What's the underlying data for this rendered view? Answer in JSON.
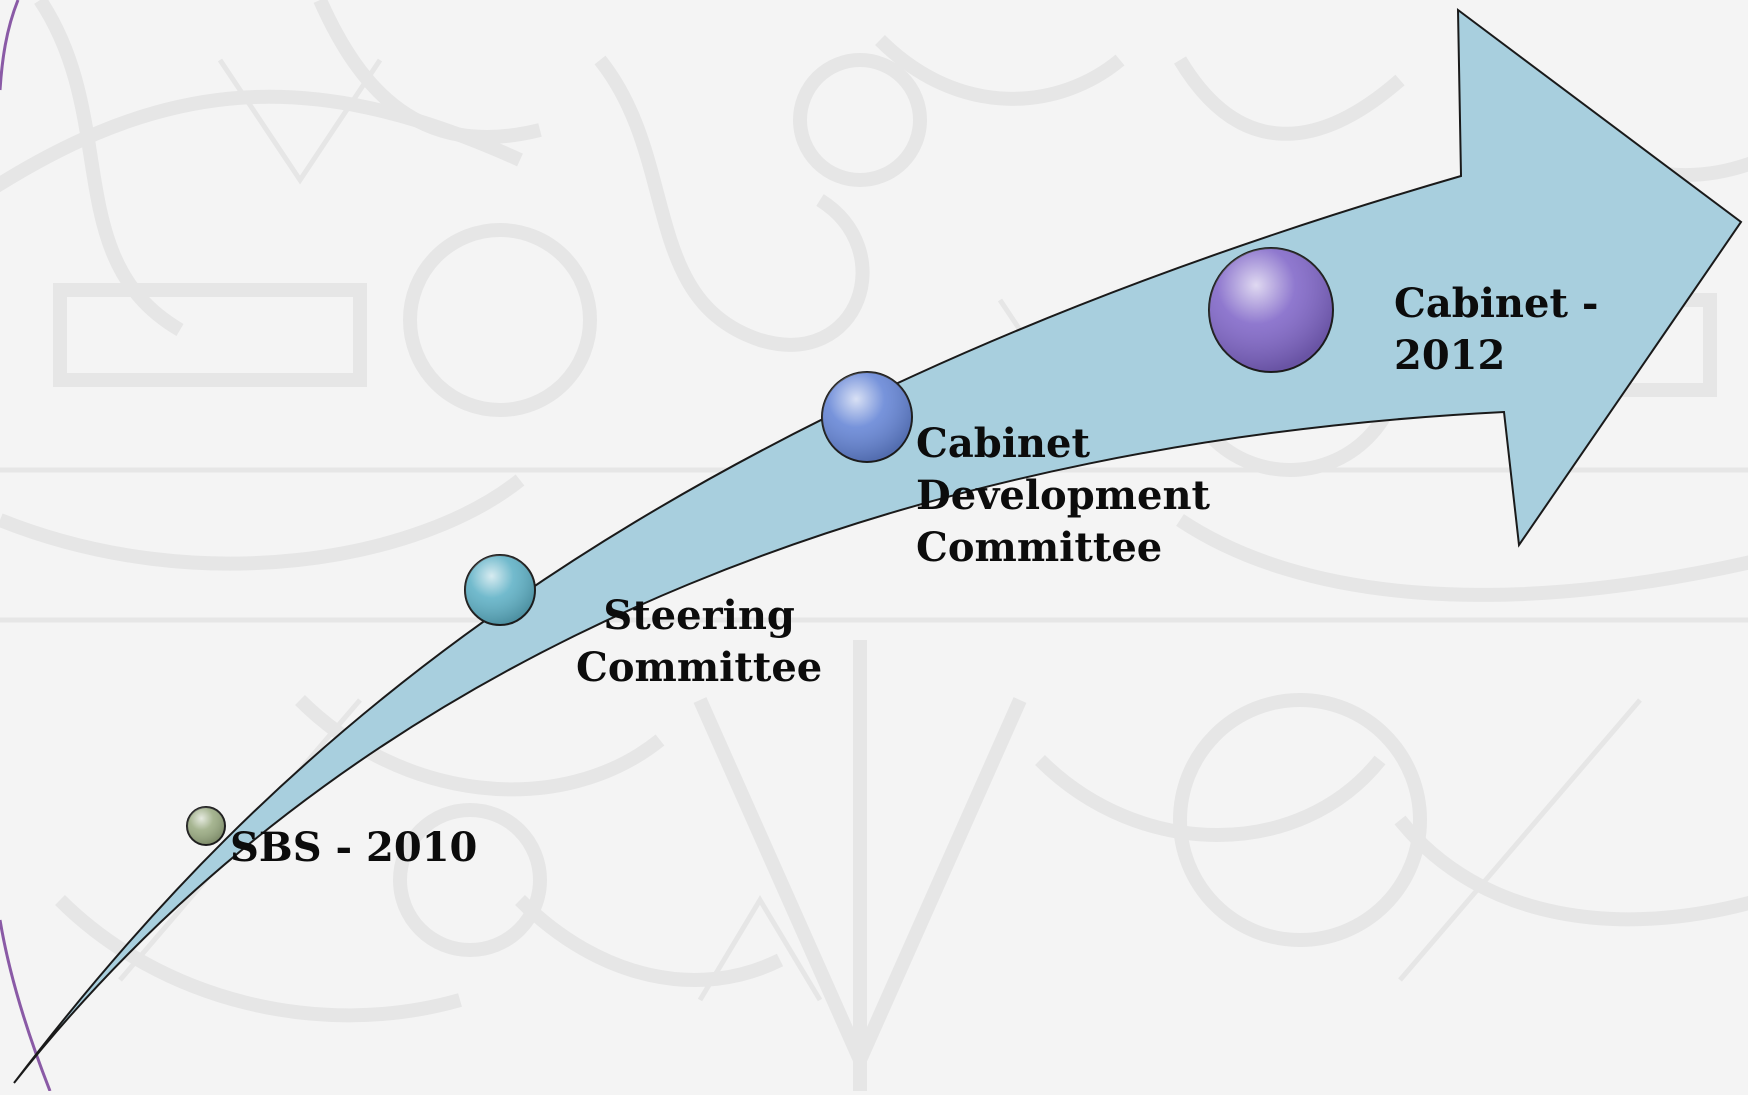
{
  "diagram": {
    "milestones": [
      {
        "lines": [
          "SBS - 2010"
        ],
        "color": "#9aab82"
      },
      {
        "lines": [
          "Steering",
          "Committee"
        ],
        "color": "#5fb1c6"
      },
      {
        "lines": [
          "Cabinet",
          "Development",
          "Committee"
        ],
        "color": "#6585d6"
      },
      {
        "lines": [
          "Cabinet -",
          "2012"
        ],
        "color": "#8066c8"
      }
    ],
    "arrow_color": "#a8cfde"
  }
}
